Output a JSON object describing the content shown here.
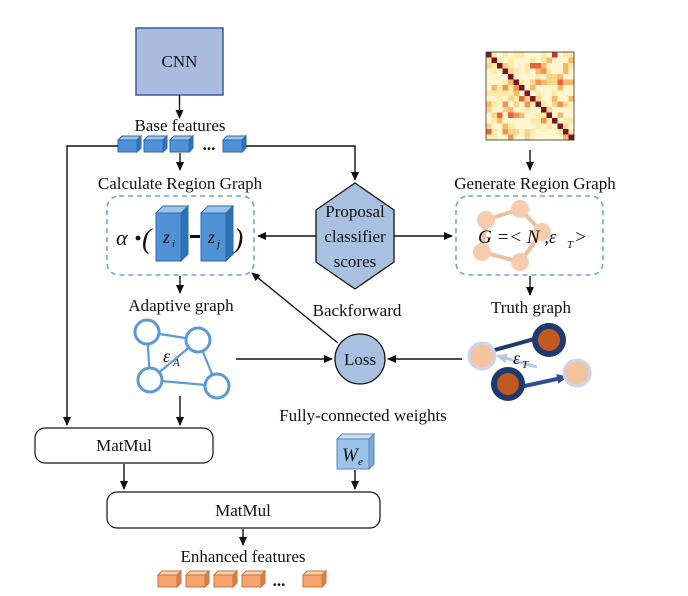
{
  "diagram": {
    "cnn_label": "CNN",
    "base_features_label": "Base features",
    "base_features_ellipsis": "...",
    "calc_region_graph_label": "Calculate Region Graph",
    "proposal_label_lines": [
      "Proposal",
      "classifier",
      "scores"
    ],
    "generate_region_graph_label": "Generate Region Graph",
    "adaptive_graph_label": "Adaptive graph",
    "backforward_label": "Backforward",
    "truth_graph_label": "Truth graph",
    "loss_label": "Loss",
    "fc_weights_label": "Fully-connected weights",
    "matmul1_label": "MatMul",
    "matmul2_label": "MatMul",
    "enhanced_features_label": "Enhanced features",
    "enhanced_ellipsis": "...",
    "formula_alpha": "α",
    "formula_zi": "z",
    "formula_zi_sub": "i",
    "formula_zj": "z",
    "formula_zj_sub": "j",
    "gen_formula": "G =< N ,ε",
    "gen_formula_sub": "T",
    "gen_formula_end": " >",
    "epsilon_a": "ε",
    "epsilon_a_sub": "A",
    "epsilon_t": "ε",
    "epsilon_t_sub": "T",
    "we_symbol": "W",
    "we_sub": "e",
    "colors": {
      "cnn_fill": "#aabbe0",
      "cnn_stroke": "#3d5a99",
      "feature_blue": "#4f93d6",
      "feature_orange": "#f4a46c",
      "dashed_blue": "#6aa6db",
      "proposal_fill": "#a9c1e1",
      "graph_blue": "#5b9ad6",
      "truth_dark": "#1e3a6e",
      "truth_orange": "#c05a22",
      "node_peach": "#f6c3a0"
    }
  }
}
